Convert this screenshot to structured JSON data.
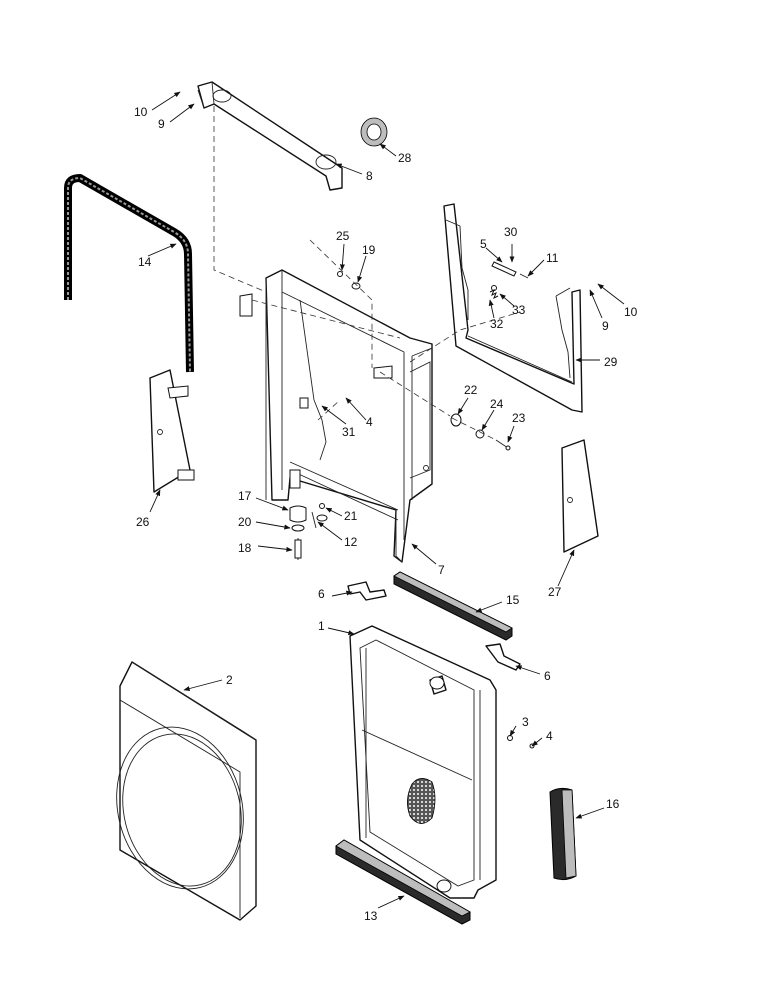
{
  "diagram": {
    "callouts": [
      "1",
      "2",
      "3",
      "4",
      "4",
      "5",
      "6",
      "6",
      "7",
      "8",
      "9",
      "9",
      "10",
      "10",
      "11",
      "12",
      "13",
      "14",
      "15",
      "16",
      "17",
      "18",
      "19",
      "20",
      "21",
      "22",
      "23",
      "24",
      "25",
      "26",
      "27",
      "28",
      "29",
      "30",
      "31",
      "32",
      "33"
    ]
  }
}
